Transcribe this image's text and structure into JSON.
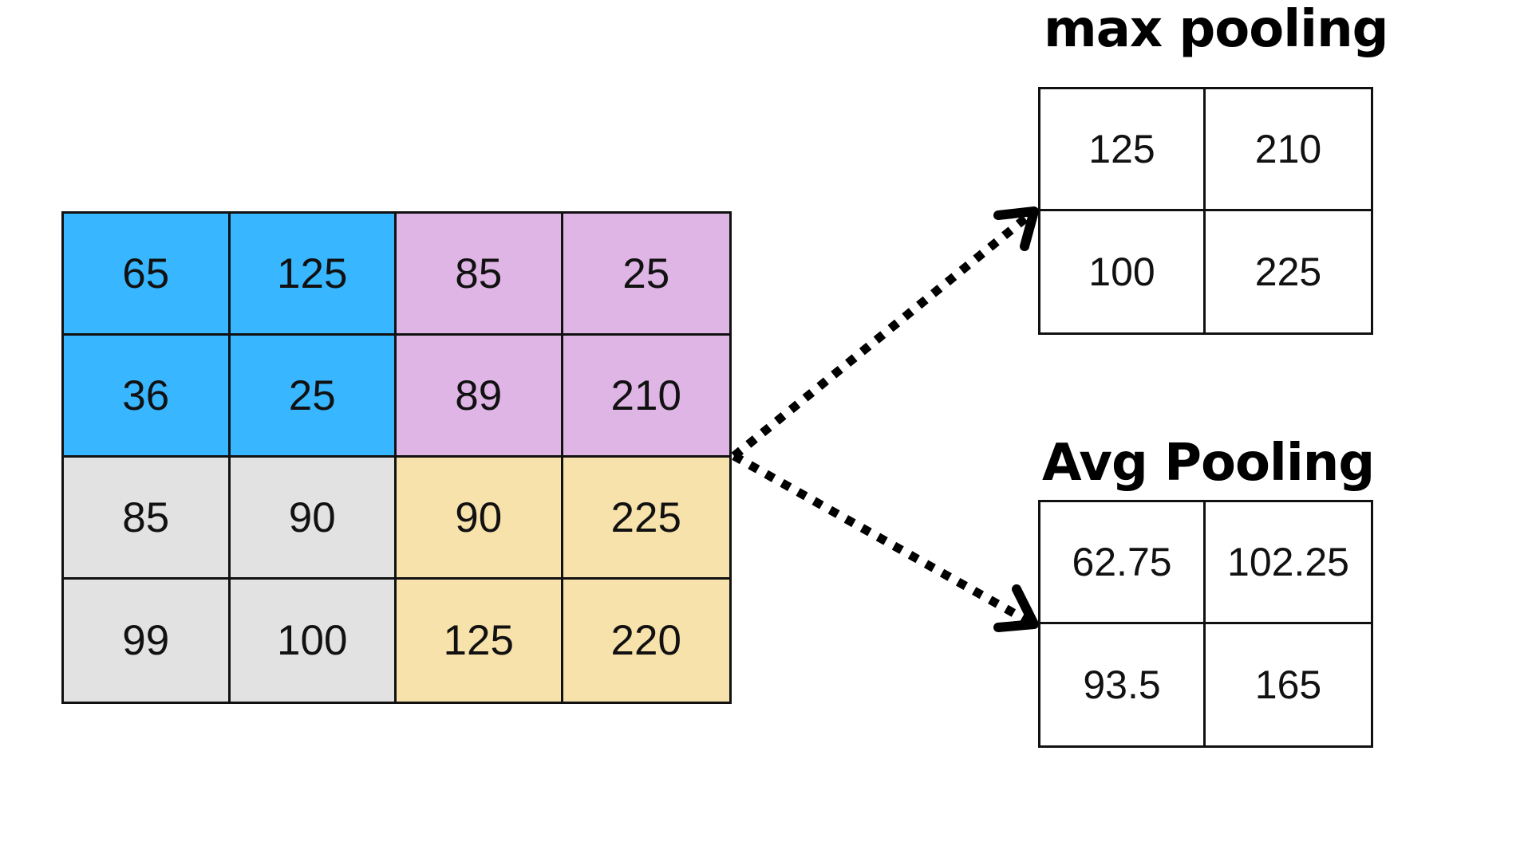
{
  "input_grid": {
    "rows": [
      [
        "65",
        "125",
        "85",
        "25"
      ],
      [
        "36",
        "25",
        "89",
        "210"
      ],
      [
        "85",
        "90",
        "90",
        "225"
      ],
      [
        "99",
        "100",
        "125",
        "220"
      ]
    ],
    "quadrant_colors": {
      "top_left": "#38b6ff",
      "top_right": "#dfb5e5",
      "bottom_left": "#e2e2e2",
      "bottom_right": "#f8e2ab"
    }
  },
  "max_pooling": {
    "label": "max pooling",
    "rows": [
      [
        "125",
        "210"
      ],
      [
        "100",
        "225"
      ]
    ]
  },
  "avg_pooling": {
    "label": "Avg Pooling",
    "rows": [
      [
        "62.75",
        "102.25"
      ],
      [
        "93.5",
        "165"
      ]
    ]
  },
  "arrow_style": {
    "color": "#000000",
    "pattern": "dotted"
  }
}
